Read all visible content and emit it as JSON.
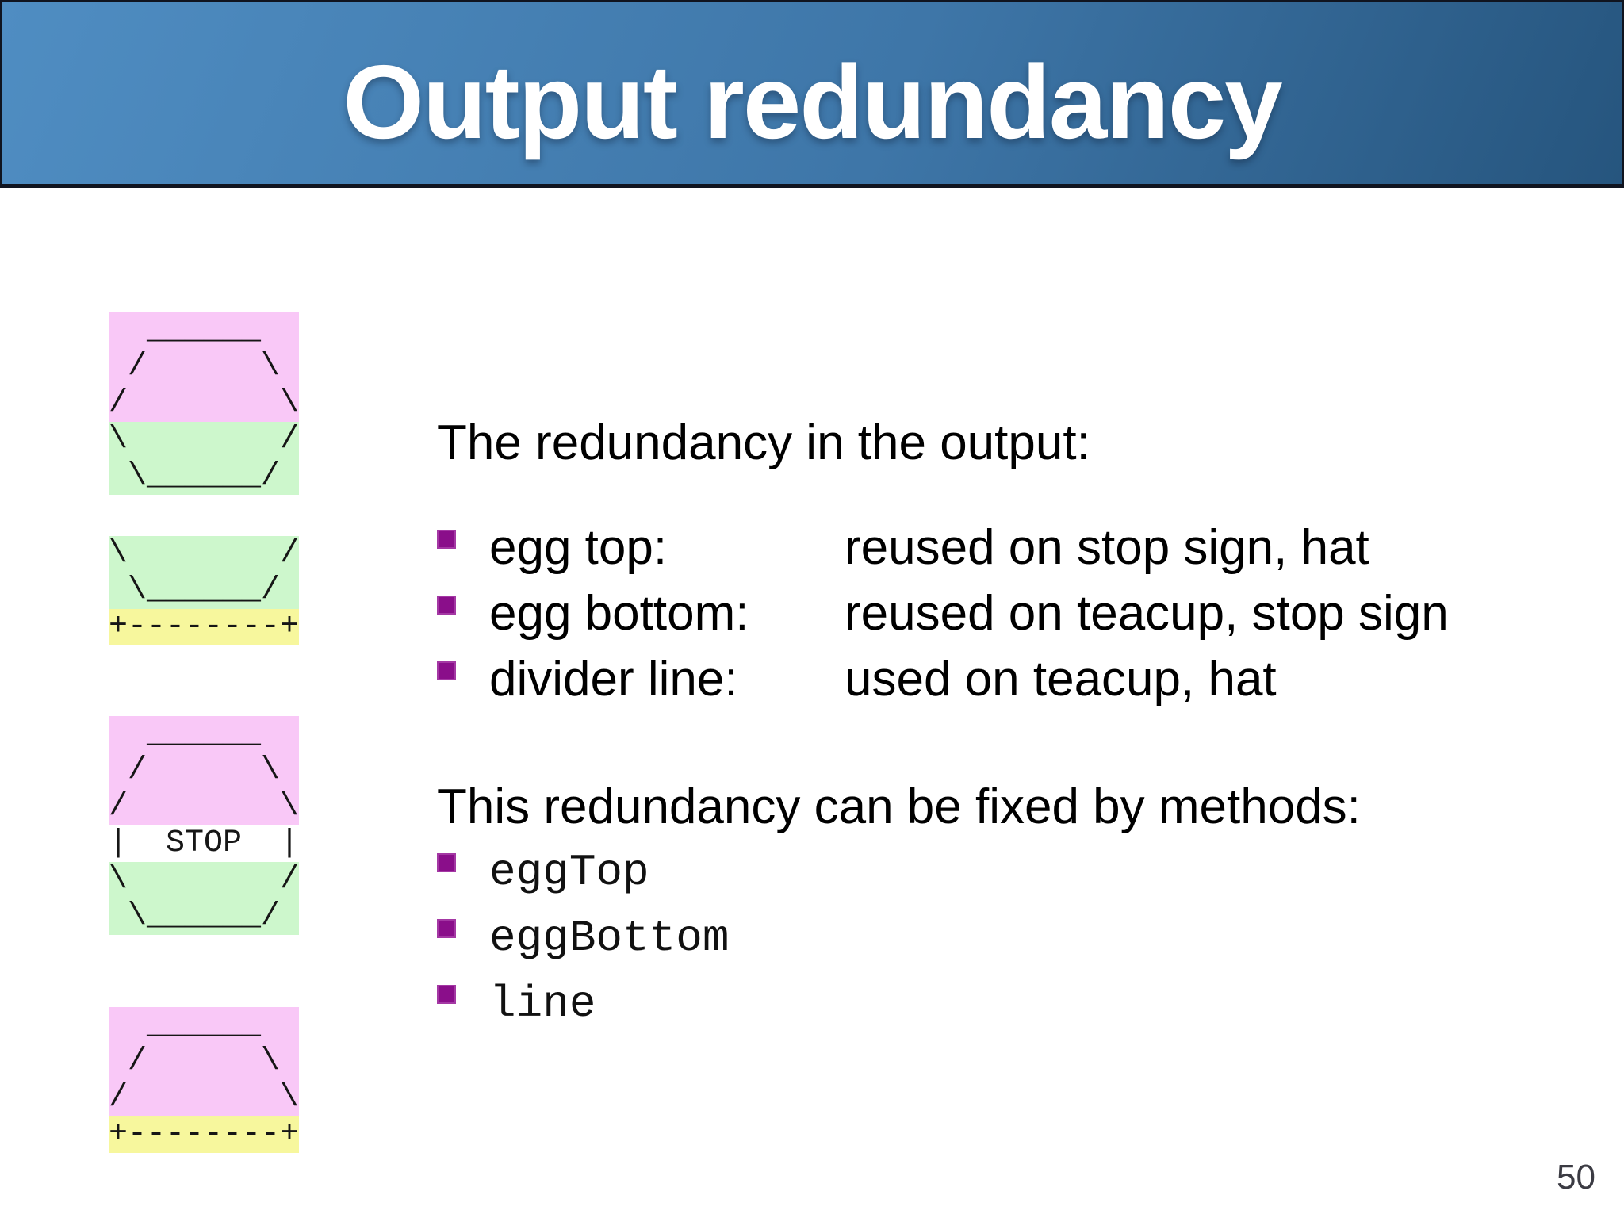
{
  "slide": {
    "title": "Output redundancy",
    "page_number": "50"
  },
  "figures": [
    {
      "name": "egg",
      "lines": [
        {
          "text": "  ______",
          "highlight": "pink"
        },
        {
          "text": " /      \\",
          "highlight": "pink"
        },
        {
          "text": "/        \\",
          "highlight": "pink"
        },
        {
          "text": "\\        /",
          "highlight": "green"
        },
        {
          "text": " \\______/",
          "highlight": "green"
        }
      ]
    },
    {
      "name": "teacup",
      "lines": [
        {
          "text": "\\        /",
          "highlight": "green"
        },
        {
          "text": " \\______/",
          "highlight": "green"
        },
        {
          "text": "+--------+",
          "highlight": "yellow"
        }
      ]
    },
    {
      "name": "stop-sign",
      "lines": [
        {
          "text": "  ______",
          "highlight": "pink"
        },
        {
          "text": " /      \\",
          "highlight": "pink"
        },
        {
          "text": "/        \\",
          "highlight": "pink"
        },
        {
          "text": "|  STOP  |",
          "highlight": "none"
        },
        {
          "text": "\\        /",
          "highlight": "green"
        },
        {
          "text": " \\______/",
          "highlight": "green"
        }
      ]
    },
    {
      "name": "hat",
      "lines": [
        {
          "text": "  ______",
          "highlight": "pink"
        },
        {
          "text": " /      \\",
          "highlight": "pink"
        },
        {
          "text": "/        \\",
          "highlight": "pink"
        },
        {
          "text": "+--------+",
          "highlight": "yellow"
        }
      ]
    }
  ],
  "content": {
    "intro": "The redundancy in the output:",
    "redundancy_items": [
      {
        "term": "egg top:",
        "desc": "reused on stop sign, hat"
      },
      {
        "term": "egg bottom:",
        "desc": "reused on teacup, stop sign"
      },
      {
        "term": "divider line:",
        "desc": "used on teacup, hat"
      }
    ],
    "fix_intro": "This redundancy can be fixed by methods:",
    "methods": [
      {
        "label": "eggTop"
      },
      {
        "label": "eggBottom"
      },
      {
        "label": "line"
      }
    ]
  },
  "colors": {
    "highlight_pink": "#f9c8f7",
    "highlight_green": "#cdf7cc",
    "highlight_yellow": "#f7f79d",
    "bullet_purple": "#8a0e8a",
    "header_blue_light": "#4f8dc2",
    "header_blue_dark": "#26557e"
  }
}
